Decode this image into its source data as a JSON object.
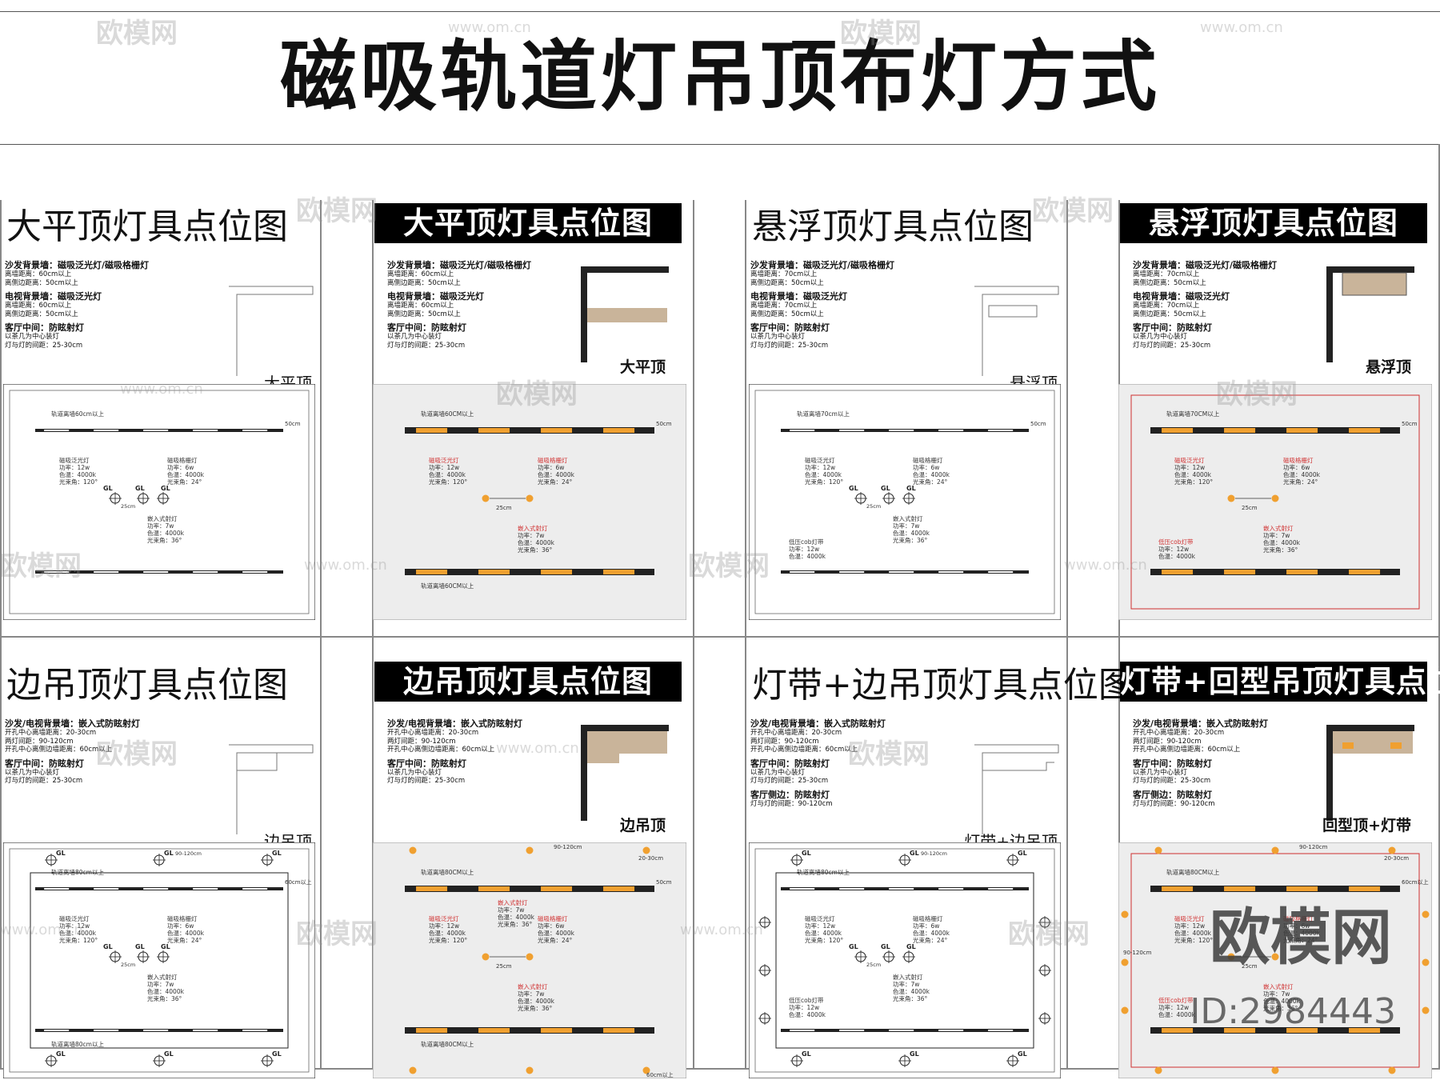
{
  "title": "磁吸轨道灯吊顶布灯方式",
  "colors": {
    "accent": "#f0a030",
    "beige": "#c9b49a",
    "dark": "#222222",
    "red": "#d03030"
  },
  "panels": [
    {
      "title": "大平顶灯具点位图",
      "style": "serif",
      "section_label": "大平顶",
      "notes": [
        {
          "head": "沙发背景墙：磁吸泛光灯/磁吸格栅灯",
          "lines": [
            "离墙距离：60cm以上",
            "离侧边距离：50cm以上"
          ]
        },
        {
          "head": "电视背景墙：磁吸泛光灯",
          "lines": [
            "离墙距离：60cm以上",
            "离侧边距离：50cm以上"
          ]
        },
        {
          "head": "客厅中间：防眩射灯",
          "lines": [
            "以茶几为中心装灯",
            "灯与灯的间距：25-30cm"
          ]
        }
      ],
      "plan": {
        "track_note": "轨道离墙60cm以上",
        "lamp1": [
          "磁吸泛光灯",
          "功率：12w",
          "色温：4000k",
          "光束角：120°"
        ],
        "lamp2": [
          "磁吸格栅灯",
          "功率：6w",
          "色温：4000k",
          "光束角：24°"
        ],
        "lamp3": [
          "嵌入式射灯",
          "功率：7w",
          "色温：4000k",
          "光束角：36°"
        ],
        "gl": "GL",
        "dim": "25cm",
        "edge": "50cm"
      }
    },
    {
      "title": "大平顶灯具点位图",
      "style": "bold",
      "section_label": "大平顶",
      "notes": [
        {
          "head": "沙发背景墙：磁吸泛光灯/磁吸格栅灯",
          "lines": [
            "离墙距离：60cm以上",
            "离侧边距离：50cm以上"
          ]
        },
        {
          "head": "电视背景墙：磁吸泛光灯",
          "lines": [
            "离墙距离：60cm以上",
            "离侧边距离：50cm以上"
          ]
        },
        {
          "head": "客厅中间：防眩射灯",
          "lines": [
            "以茶几为中心装灯",
            "灯与灯的间距：25-30cm"
          ]
        }
      ],
      "plan": {
        "track_note": "轨道离墙60CM以上",
        "track_note2": "轨道离墙60CM以上",
        "lamp1": [
          "磁吸泛光灯",
          "功率：12w",
          "色温：4000k",
          "光束角：120°"
        ],
        "lamp2": [
          "磁吸格栅灯",
          "功率：6w",
          "色温：4000k",
          "光束角：24°"
        ],
        "lamp3": [
          "嵌入式射灯",
          "功率：7w",
          "色温：4000k",
          "光束角：36°"
        ],
        "dim": "25cm",
        "edge": "50cm"
      }
    },
    {
      "title": "悬浮顶灯具点位图",
      "style": "serif",
      "section_label": "悬浮顶",
      "notes": [
        {
          "head": "沙发背景墙：磁吸泛光灯/磁吸格栅灯",
          "lines": [
            "离墙距离：70cm以上",
            "离侧边距离：50cm以上"
          ]
        },
        {
          "head": "电视背景墙：磁吸泛光灯",
          "lines": [
            "离墙距离：70cm以上",
            "离侧边距离：50cm以上"
          ]
        },
        {
          "head": "客厅中间：防眩射灯",
          "lines": [
            "以茶几为中心装灯",
            "灯与灯的间距：25-30cm"
          ]
        }
      ],
      "plan": {
        "track_note": "轨道离墙70cm以上",
        "lamp1": [
          "磁吸泛光灯",
          "功率：12w",
          "色温：4000k",
          "光束角：120°"
        ],
        "lamp2": [
          "磁吸格栅灯",
          "功率：6w",
          "色温：4000k",
          "光束角：24°"
        ],
        "lamp3": [
          "嵌入式射灯",
          "功率：7w",
          "色温：4000k",
          "光束角：36°"
        ],
        "lamp4": [
          "低压cob灯带",
          "功率：12w",
          "色温：4000k"
        ],
        "gl": "GL",
        "dim": "25cm",
        "edge": "50cm"
      }
    },
    {
      "title": "悬浮顶灯具点位图",
      "style": "bold",
      "section_label": "悬浮顶",
      "notes": [
        {
          "head": "沙发背景墙：磁吸泛光灯/磁吸格栅灯",
          "lines": [
            "离墙距离：70cm以上",
            "离侧边距离：50cm以上"
          ]
        },
        {
          "head": "电视背景墙：磁吸泛光灯",
          "lines": [
            "离墙距离：70cm以上",
            "离侧边距离：50cm以上"
          ]
        },
        {
          "head": "客厅中间：防眩射灯",
          "lines": [
            "以茶几为中心装灯",
            "灯与灯的间距：25-30cm"
          ]
        }
      ],
      "plan": {
        "track_note": "轨道离墙70CM以上",
        "lamp1": [
          "磁吸泛光灯",
          "功率：12w",
          "色温：4000k",
          "光束角：120°"
        ],
        "lamp2": [
          "磁吸格栅灯",
          "功率：6w",
          "色温：4000k",
          "光束角：24°"
        ],
        "lamp3": [
          "嵌入式射灯",
          "功率：7w",
          "色温：4000k",
          "光束角：36°"
        ],
        "lamp4": [
          "低压cob灯带",
          "功率：12w",
          "色温：4000k"
        ],
        "dim": "25cm",
        "edge": "50cm"
      }
    },
    {
      "title": "边吊顶灯具点位图",
      "style": "serif",
      "section_label": "边吊顶",
      "notes": [
        {
          "head": "沙发/电视背景墙：嵌入式防眩射灯",
          "lines": [
            "开孔中心离墙距离：20-30cm",
            "两灯间距：90-120cm",
            "开孔中心离侧边墙距离：60cm以上"
          ]
        },
        {
          "head": "客厅中间：防眩射灯",
          "lines": [
            "以茶几为中心装灯",
            "灯与灯的间距：25-30cm"
          ]
        }
      ],
      "plan": {
        "track_note": "轨道离墙80cm以上",
        "track_note2": "轨道离墙80cm以上",
        "lamp1": [
          "磁吸泛光灯",
          "功率：12w",
          "色温：4000k",
          "光束角：120°"
        ],
        "lamp2": [
          "磁吸格栅灯",
          "功率：6w",
          "色温：4000k",
          "光束角：24°"
        ],
        "lamp3": [
          "嵌入式射灯",
          "功率：7w",
          "色温：4000k",
          "光束角：36°"
        ],
        "gl": "GL",
        "dim": "25cm",
        "spacing": "90-120cm",
        "edge": "60cm以上"
      }
    },
    {
      "title": "边吊顶灯具点位图",
      "style": "bold",
      "section_label": "边吊顶",
      "notes": [
        {
          "head": "沙发/电视背景墙：嵌入式防眩射灯",
          "lines": [
            "开孔中心离墙距离：20-30cm",
            "两灯间距：90-120cm",
            "开孔中心离侧边墙距离：60cm以上"
          ]
        },
        {
          "head": "客厅中间：防眩射灯",
          "lines": [
            "以茶几为中心装灯",
            "灯与灯的间距：25-30cm"
          ]
        }
      ],
      "plan": {
        "track_note": "轨道离墙80CM以上",
        "track_note2": "轨道离墙80CM以上",
        "lamp1": [
          "磁吸泛光灯",
          "功率：12w",
          "色温：4000k",
          "光束角：120°"
        ],
        "lamp2": [
          "磁吸格栅灯",
          "功率：6w",
          "色温：4000k",
          "光束角：24°"
        ],
        "lamp3": [
          "嵌入式射灯",
          "功率：7w",
          "色温：4000k",
          "光束角：36°"
        ],
        "lamp5": [
          "嵌入式射灯",
          "功率：7w",
          "色温：4000k",
          "光束角：36°"
        ],
        "dim": "25cm",
        "spacing": "90-120cm",
        "edge": "50cm",
        "edge2": "60cm以上",
        "wall": "20-30cm"
      }
    },
    {
      "title": "灯带+边吊顶灯具点位图",
      "style": "serif",
      "section_label": "灯带+边吊顶",
      "notes": [
        {
          "head": "沙发/电视背景墙：嵌入式防眩射灯",
          "lines": [
            "开孔中心离墙距离：20-30cm",
            "两灯间距：90-120cm",
            "开孔中心离侧边墙距离：60cm以上"
          ]
        },
        {
          "head": "客厅中间：防眩射灯",
          "lines": [
            "以茶几为中心装灯",
            "灯与灯的间距：25-30cm"
          ]
        },
        {
          "head": "客厅侧边：防眩射灯",
          "lines": [
            "灯与灯的间距：90-120cm"
          ]
        }
      ],
      "plan": {
        "track_note": "轨道离墙80cm以上",
        "lamp1": [
          "磁吸泛光灯",
          "功率：12w",
          "色温：4000k",
          "光束角：120°"
        ],
        "lamp2": [
          "磁吸格栅灯",
          "功率：6w",
          "色温：4000k",
          "光束角：24°"
        ],
        "lamp3": [
          "嵌入式射灯",
          "功率：7w",
          "色温：4000k",
          "光束角：36°"
        ],
        "lamp4": [
          "低压cob灯带",
          "功率：12w",
          "色温：4000k"
        ],
        "gl": "GL",
        "dim": "25cm",
        "spacing": "90-120cm"
      }
    },
    {
      "title": "灯带+回型吊顶灯具点位图",
      "style": "bold",
      "section_label": "回型顶+灯带",
      "notes": [
        {
          "head": "沙发/电视背景墙：嵌入式防眩射灯",
          "lines": [
            "开孔中心离墙距离：20-30cm",
            "两灯间距：90-120cm",
            "开孔中心离侧边墙距离：60cm以上"
          ]
        },
        {
          "head": "客厅中间：防眩射灯",
          "lines": [
            "以茶几为中心装灯",
            "灯与灯的间距：25-30cm"
          ]
        },
        {
          "head": "客厅侧边：防眩射灯",
          "lines": [
            "灯与灯的间距：90-120cm"
          ]
        }
      ],
      "plan": {
        "track_note": "轨道离墙80CM以上",
        "lamp1": [
          "磁吸泛光灯",
          "功率：12w",
          "色温：4000k",
          "光束角：120°"
        ],
        "lamp2": [
          "磁吸格栅灯",
          "功率：6w",
          "色温：4000k",
          "光束角：24°"
        ],
        "lamp3": [
          "嵌入式射灯",
          "功率：7w",
          "色温：4000k",
          "光束角：36°"
        ],
        "lamp4": [
          "低压cob灯带",
          "功率：12w",
          "色温：4000k"
        ],
        "dim": "25cm",
        "spacing": "90-120cm",
        "wall": "20-30cm",
        "edge": "60cm以上",
        "side": "90-120cm"
      }
    }
  ],
  "watermark": {
    "brand": "欧模网",
    "url": "www.om.cn",
    "id": "ID:2984443"
  }
}
